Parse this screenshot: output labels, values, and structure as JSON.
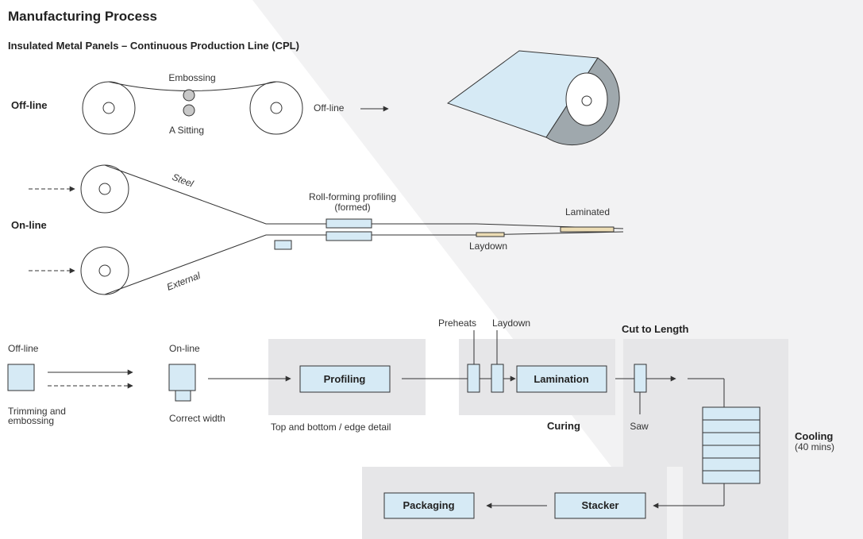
{
  "title": "Manufacturing Process",
  "subtitle": "Insulated Metal Panels – Continuous Production Line (CPL)",
  "offline_section": {
    "label": "Off-line",
    "embossing": "Embossing",
    "a_sitting": "A Sitting",
    "output_label": "Off-line"
  },
  "online_section": {
    "label": "On-line",
    "steel": "Steel",
    "external": "External",
    "roll_forming_line1": "Roll-forming profiling",
    "roll_forming_line2": "(formed)",
    "laminated": "Laminated",
    "laydown": "Laydown"
  },
  "flow": {
    "offline_label": "Off-line",
    "trimming_line1": "Trimming and",
    "trimming_line2": "embossing",
    "online_label": "On-line",
    "correct_width": "Correct width",
    "profiling": "Profiling",
    "profiling_caption": "Top and bottom / edge detail",
    "preheats": "Preheats",
    "laydown": "Laydown",
    "lamination": "Lamination",
    "curing": "Curing",
    "cut_to_length": "Cut to Length",
    "saw": "Saw",
    "cooling": "Cooling",
    "cooling_time": "(40 mins)",
    "stacker": "Stacker",
    "packaging": "Packaging"
  },
  "colors": {
    "box_fill": "#d6eaf5",
    "zone_fill": "#e6e6e8",
    "line": "#333333"
  }
}
